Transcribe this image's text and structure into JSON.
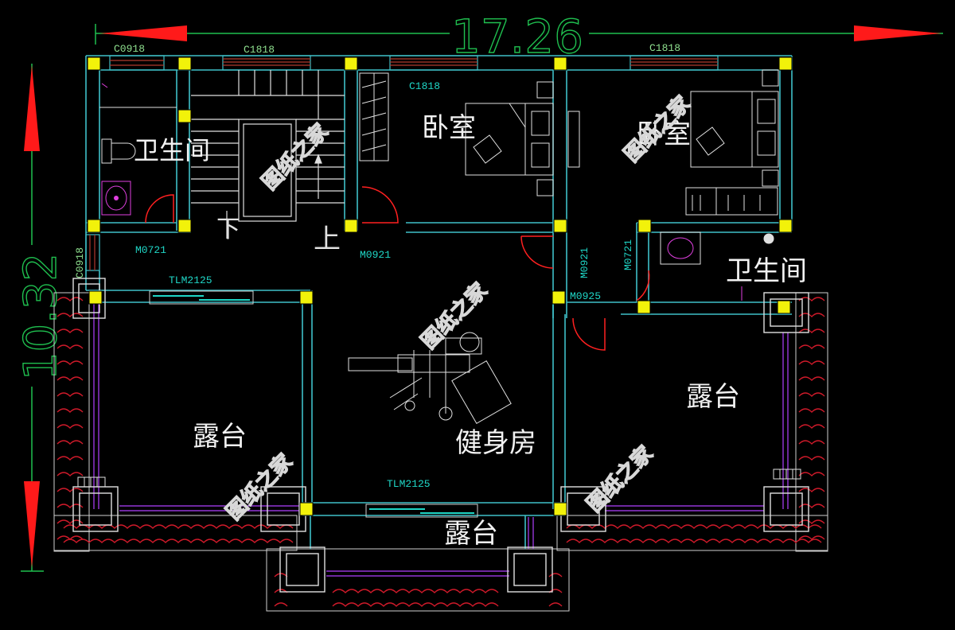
{
  "drawing": {
    "overall_width": "17.26",
    "overall_depth": "10.32"
  },
  "rooms": {
    "bathroom_left": "卫生间",
    "bathroom_right": "卫生间",
    "bedroom_1": "卧室",
    "bedroom_2": "卧室",
    "gym": "健身房",
    "terrace_left": "露台",
    "terrace_right": "露台",
    "terrace_bottom": "露台"
  },
  "stairs": {
    "down_label": "下",
    "up_label": "上"
  },
  "window_tags": {
    "c0918_top": "C0918",
    "c1818_top_left": "C1818",
    "c1818_top_right": "C1818",
    "c1818_bedroom": "C1818",
    "c0918_side": "C0918"
  },
  "door_tags": {
    "m0721_left": "M0721",
    "m0921_stair": "M0921",
    "m0921_vertical": "M0921",
    "m0721_vertical": "M0721",
    "m0925": "M0925",
    "tlm2125_upper": "TLM2125",
    "tlm2125_lower": "TLM2125"
  },
  "watermark": "图纸之家",
  "colors": {
    "background": "#000000",
    "wall": "#3fc0c8",
    "dimension": "#1fbf4f",
    "arrow": "#ff1a1a",
    "column": "#f2f20a",
    "window": "#b03a2e",
    "tag": "#1fd6c6",
    "tag_green": "#8fe08f",
    "door_swing": "#ff2020",
    "railing": "#d01a2a",
    "fixture": "#e0e0e0",
    "magenta": "#e040e0",
    "watermark": "#d8d8d8"
  }
}
